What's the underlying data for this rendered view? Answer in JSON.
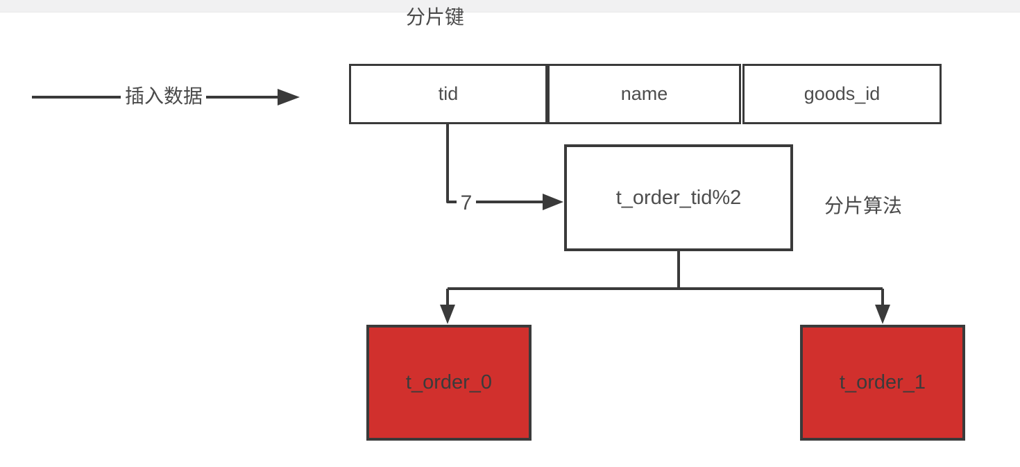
{
  "labels": {
    "shard_key": "分片键",
    "insert_data": "插入数据",
    "shard_algorithm": "分片算法",
    "shard_value": "7"
  },
  "record_table": {
    "columns": [
      "tid",
      "name",
      "goods_id"
    ]
  },
  "algorithm_node": {
    "label": "t_order_tid%2"
  },
  "shard_nodes": [
    {
      "label": "t_order_0"
    },
    {
      "label": "t_order_1"
    }
  ],
  "colors": {
    "line_color": "#3a3a3a",
    "accent_red": "#d1302d",
    "label_text": "#4a4a4a",
    "node_text": "#4d4d4d",
    "shard_text": "#3b3b3b",
    "topbar_bg": "#f1f1f2",
    "canvas_bg": "#ffffff"
  }
}
